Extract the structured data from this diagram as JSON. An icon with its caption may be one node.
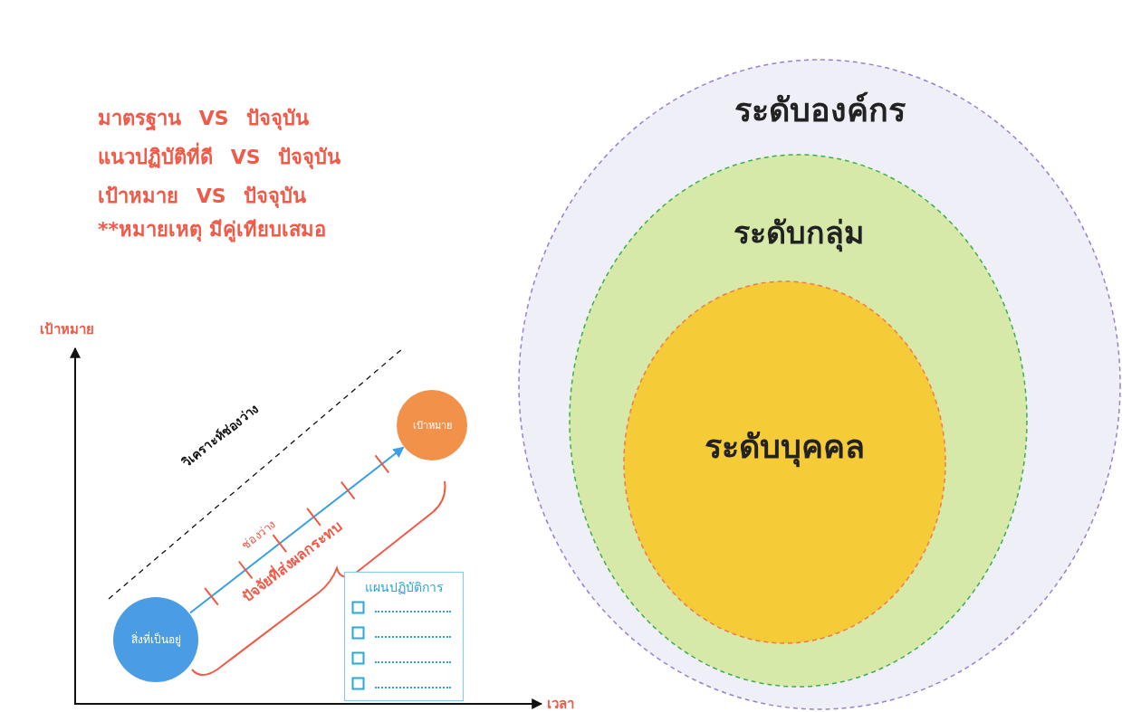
{
  "diagram": {
    "nodes": [
      {
        "text": [
          "ระดับองค์กร"
        ]
      },
      {
        "text": [
          "ระดับกลุ่ม"
        ],
        "in": 0
      },
      {
        "text": [
          "ระดับบุคคล"
        ],
        "in": 1
      },
      {
        "text": [
          "สิ่งที่เป็นอยู่"
        ]
      },
      {
        "text": [
          "เป้าหมาย"
        ]
      },
      {
        "text": [
          "แผนปฏิบัติการ"
        ]
      }
    ],
    "edges": [
      {
        "from": 3,
        "to": 4,
        "arrow": "to"
      }
    ],
    "labels": [
      "มาตรฐาน VS ปัจจุบัน",
      "แนวปฏิบัติที่ดี VS ปัจจุบัน",
      "เป้าหมาย VS ปัจจุบัน",
      "**หมายเหตุ มีคู่เทียบเสมอ",
      "เป้าหมาย",
      "วิเคราะห์ช่องว่าง",
      "ช่องว่าง",
      "ปัจจัยที่ส่งผลกระทบ",
      "เวลา"
    ]
  }
}
